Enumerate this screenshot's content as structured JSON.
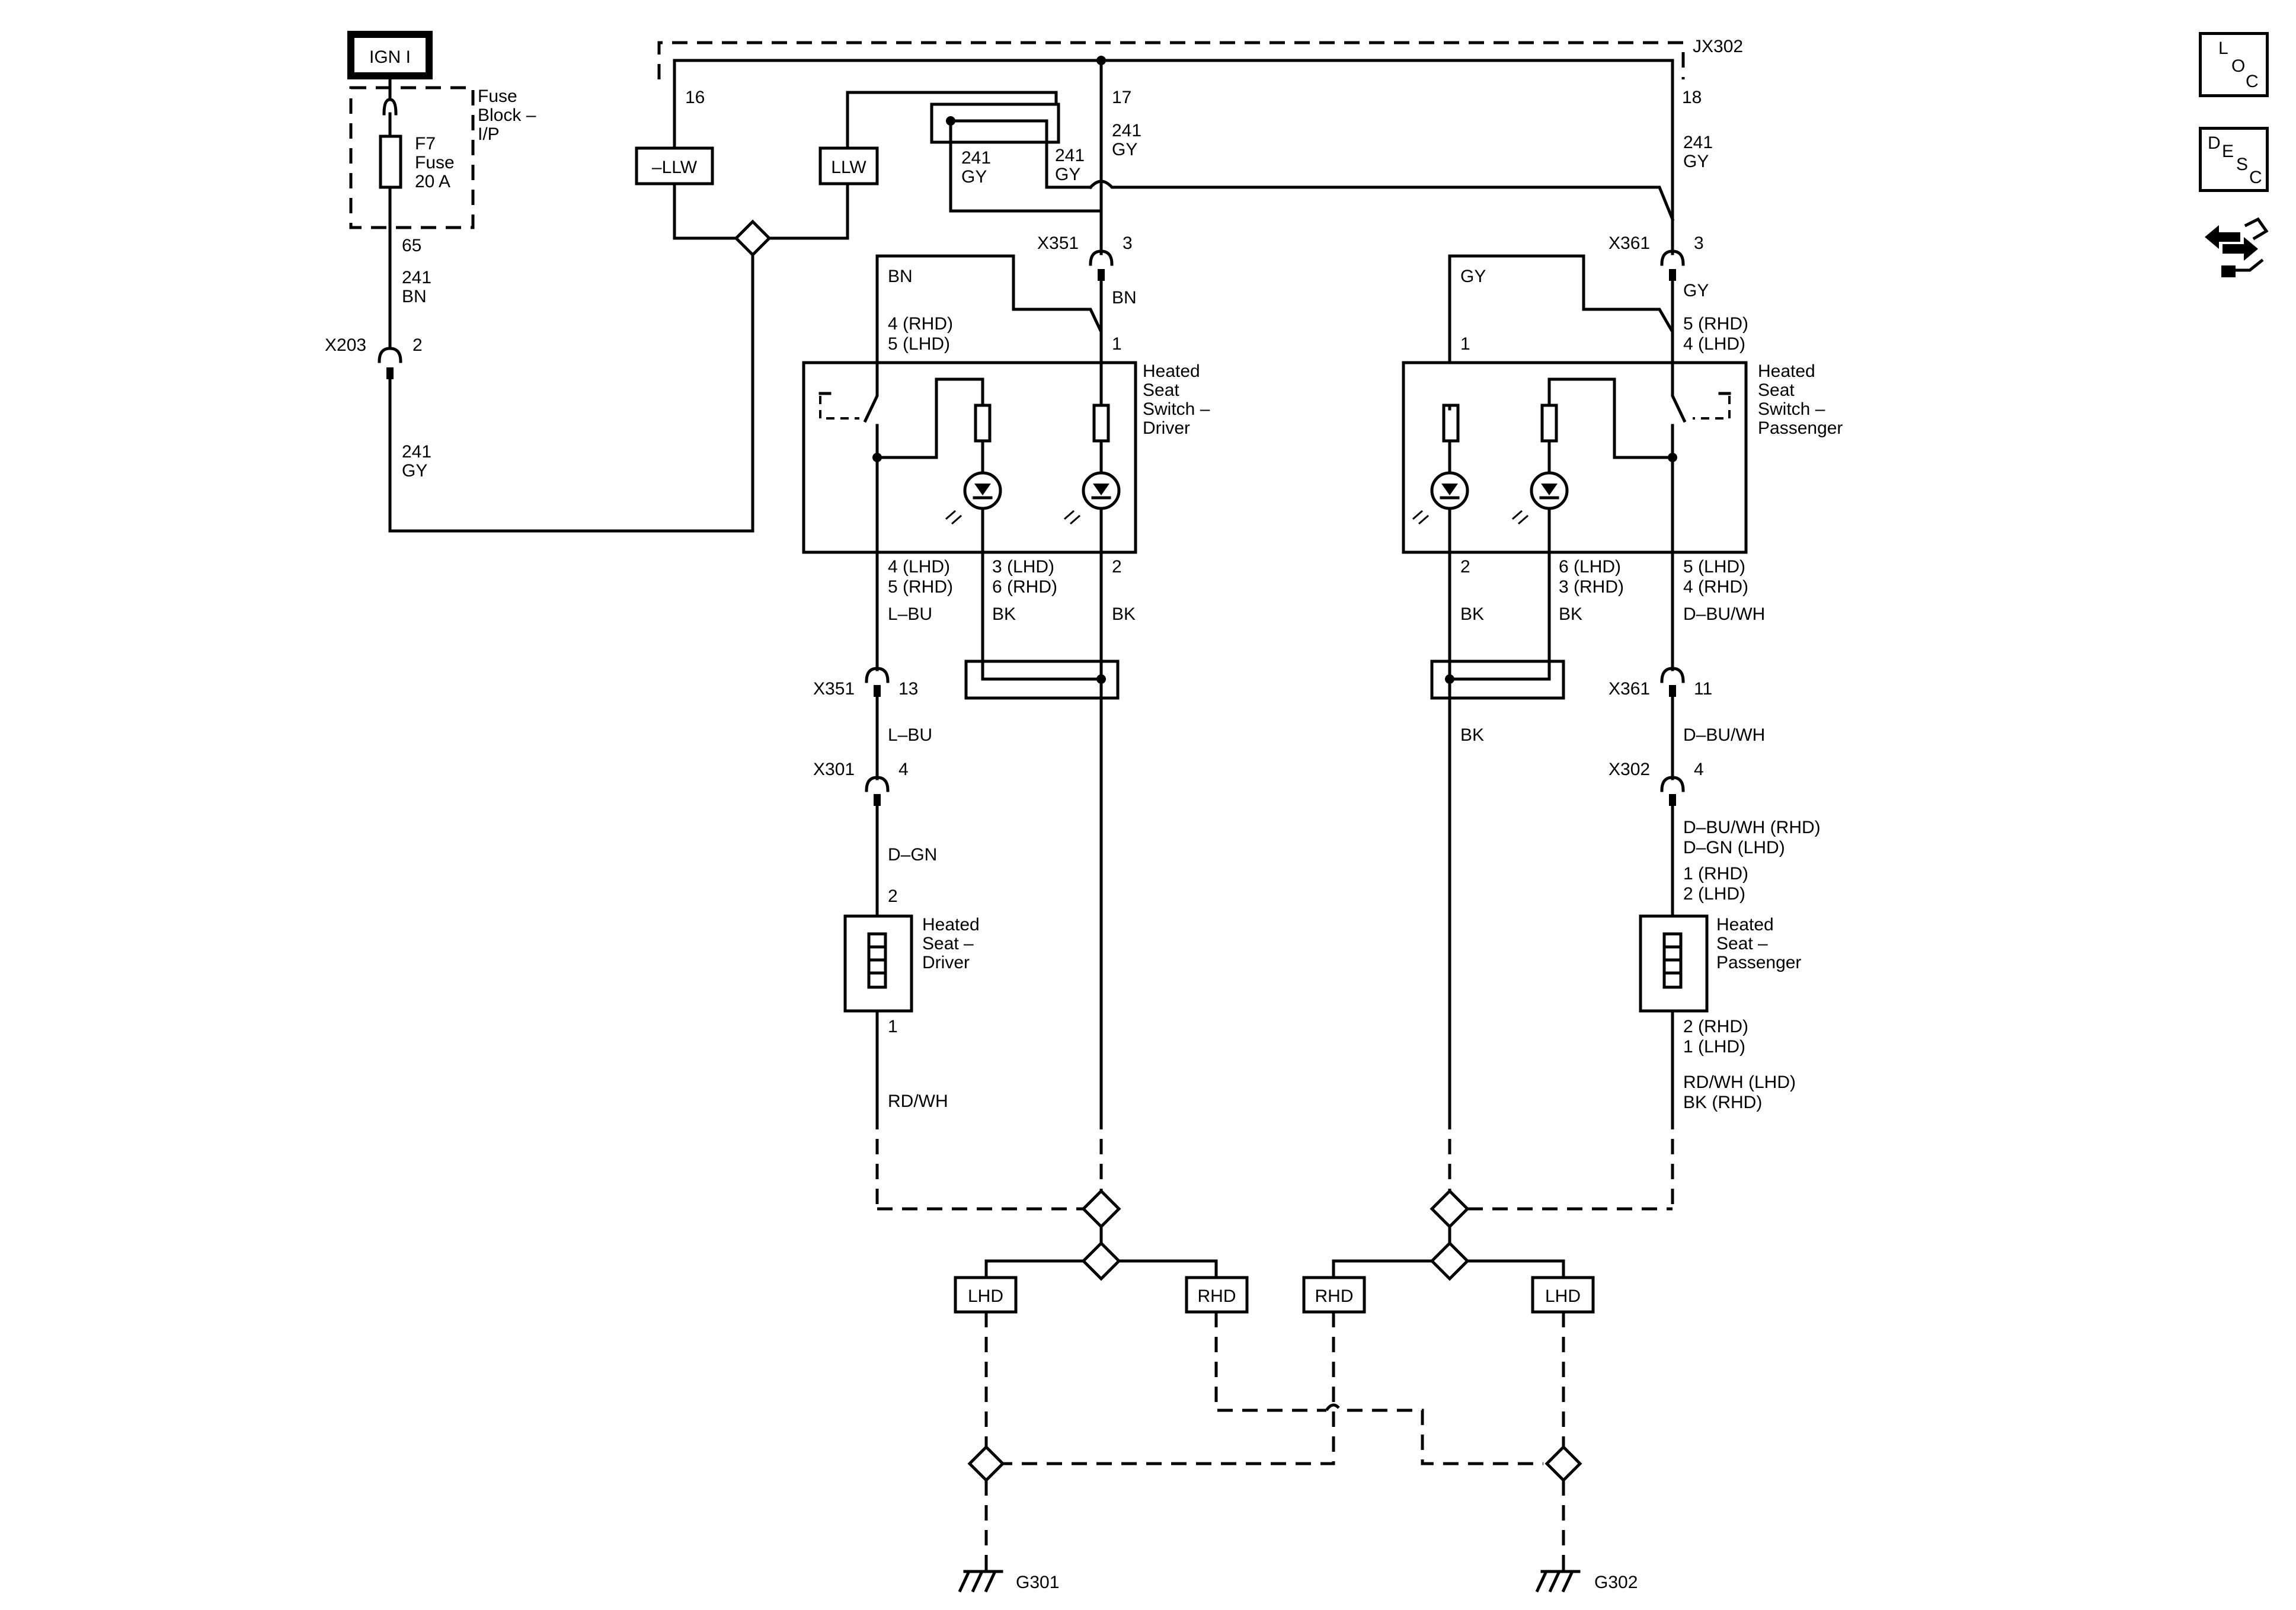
{
  "power": {
    "ign": "IGN I"
  },
  "fuse": {
    "block_label": [
      "Fuse",
      "Block –",
      "I/P"
    ],
    "name": [
      "F7",
      "Fuse",
      "20 A"
    ],
    "pin_out": "65"
  },
  "wires": {
    "fuse_out": [
      "241",
      "BN"
    ],
    "x203_out": [
      "241",
      "GY"
    ],
    "jx_17": [
      "241",
      "GY"
    ],
    "jx_18": [
      "241",
      "GY"
    ],
    "jx_loop": [
      "241",
      "GY"
    ],
    "jx_loop2": [
      "241",
      "GY"
    ]
  },
  "connectors": {
    "jx302": "JX302",
    "jx302_pins": [
      "16",
      "17",
      "18"
    ],
    "x203": {
      "name": "X203",
      "pin": "2"
    },
    "x351_top": {
      "name": "X351",
      "pin": "3"
    },
    "x361_top": {
      "name": "X361",
      "pin": "3"
    },
    "x351_bot": {
      "name": "X351",
      "pin": "13"
    },
    "x361_bot": {
      "name": "X361",
      "pin": "11"
    },
    "x301": {
      "name": "X301",
      "pin": "4"
    },
    "x302": {
      "name": "X302",
      "pin": "4"
    }
  },
  "llw": {
    "neg": "–LLW",
    "pos": "LLW"
  },
  "driver_switch": {
    "label": [
      "Heated",
      "Seat",
      "Switch –",
      "Driver"
    ],
    "wire_bn_left": "BN",
    "wire_bn_right": "BN",
    "pin_top_left": [
      "4 (RHD)",
      "5 (LHD)"
    ],
    "pin_top_right": "1",
    "pin_bot_left": [
      "4 (LHD)",
      "5 (RHD)"
    ],
    "pin_bot_mid": [
      "3 (LHD)",
      "6 (RHD)"
    ],
    "pin_bot_right": "2",
    "wire_bot_left": "L–BU",
    "wire_bot_mid": "BK",
    "wire_bot_right": "BK"
  },
  "passenger_switch": {
    "label": [
      "Heated",
      "Seat",
      "Switch –",
      "Passenger"
    ],
    "wire_gy_left": "GY",
    "wire_gy_right": "GY",
    "pin_top_left": "1",
    "pin_top_right": [
      "5 (RHD)",
      "4 (LHD)"
    ],
    "pin_bot_left": "2",
    "pin_bot_mid": [
      "6 (LHD)",
      "3 (RHD)"
    ],
    "pin_bot_right": [
      "5 (LHD)",
      "4 (RHD)"
    ],
    "wire_bot_left": "BK",
    "wire_bot_mid": "BK",
    "wire_bot_right": "D–BU/WH"
  },
  "driver_lower": {
    "wire_lbu": "L–BU",
    "wire_dgn": "D–GN",
    "seat_label": [
      "Heated",
      "Seat –",
      "Driver"
    ],
    "pin_top": "2",
    "pin_bot": "1",
    "wire_out": "RD/WH"
  },
  "passenger_lower": {
    "wire_bk": "BK",
    "wire_dbuwh": "D–BU/WH",
    "wire_in": [
      "D–BU/WH (RHD)",
      "D–GN (LHD)"
    ],
    "pin_top": [
      "1 (RHD)",
      "2 (LHD)"
    ],
    "seat_label": [
      "Heated",
      "Seat –",
      "Passenger"
    ],
    "pin_bot": [
      "2 (RHD)",
      "1 (LHD)"
    ],
    "wire_out": [
      "RD/WH (LHD)",
      "BK (RHD)"
    ]
  },
  "options": [
    "LHD",
    "RHD",
    "RHD",
    "LHD"
  ],
  "grounds": [
    "G301",
    "G302"
  ],
  "nav_icons": {
    "loc": [
      "L",
      "O",
      "C"
    ],
    "desc": [
      "D",
      "E",
      "S",
      "C"
    ]
  }
}
